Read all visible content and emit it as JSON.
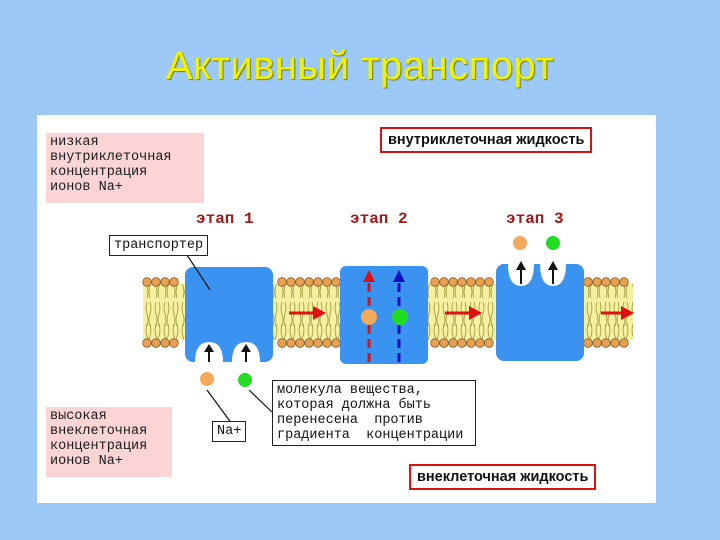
{
  "title": "Активный транспорт",
  "notes": {
    "low": "низкая\nвнутриклеточная\nконцентрация\nионов Na+",
    "high": "высокая\nвнеклеточная\nконцентрация\nионов Na+"
  },
  "labels": {
    "intracellular": "внутриклеточная жидкость",
    "extracellular": "внеклеточная жидкость",
    "transporter": "транспортер",
    "sodium": "Na+",
    "molecule": "молекула вещества,\nкоторая должна быть\nперенесена  против\nградиента  концентрации"
  },
  "stages": [
    "этап 1",
    "этап 2",
    "этап 3"
  ],
  "colors": {
    "sodium_ion": "#f2a95a",
    "molecule": "#22dd22",
    "transporter": "#3a93f0",
    "lipid_head": "#e8a052",
    "lipid_tail": "#f5ec8a",
    "na_flow_arrow": "#e01010",
    "molecule_flow_arrow": "#1010c0"
  }
}
